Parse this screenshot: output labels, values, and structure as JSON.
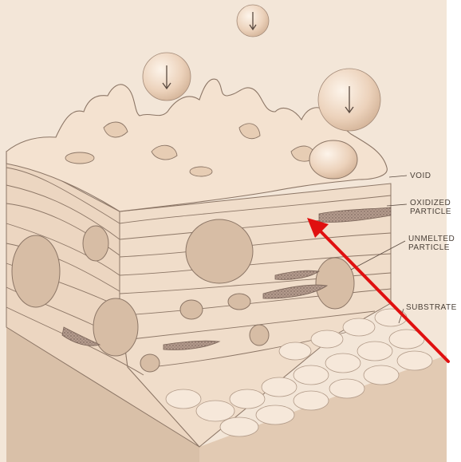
{
  "labels": {
    "void": "VOID",
    "oxidized": [
      "OXIDIZED",
      "PARTICLE"
    ],
    "unmelted": [
      "UNMELTED",
      "PARTICLE"
    ],
    "substrate": "SUBSTRATE"
  },
  "colors": {
    "background": "#f3e6d8",
    "splat": "#f4e2d0",
    "splat_shadow": "#e7cdb4",
    "outline": "#8c7666",
    "particle": "#d7bda5",
    "oxide": "#a88d80",
    "substrate_side": "#e5cdb6",
    "substrate_front": "#d9c0a8",
    "pointer_arrow": "#e01010"
  },
  "icons": [
    "down-arrow-icon"
  ]
}
